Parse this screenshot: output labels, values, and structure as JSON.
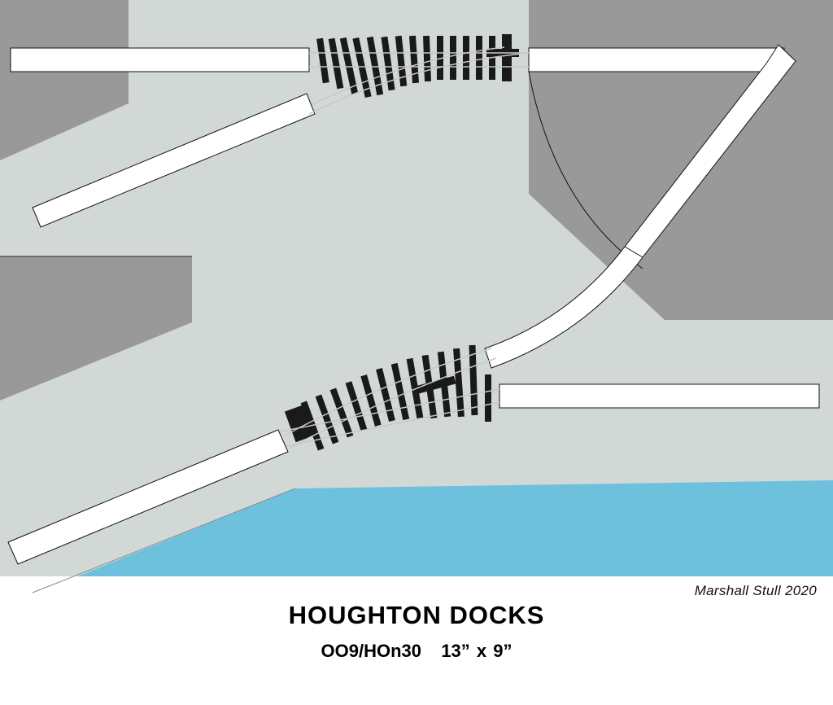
{
  "diagram": {
    "type": "model railway track plan",
    "title": "HOUGHTON DOCKS",
    "subtitle": "OO9/HOn30   13” x 9”",
    "credit": "Marshall Stull 2020"
  },
  "colors": {
    "ground": "#d2d8d5",
    "buildings": "#999999",
    "water": "#6ec1dd",
    "track_blocks": "#ffffff",
    "sleepers": "#1a1a1a",
    "rails": "#c8c8c8",
    "background": "#ffffff"
  },
  "legend_of_elements": {
    "turnouts": 2,
    "track_sections": 6
  }
}
